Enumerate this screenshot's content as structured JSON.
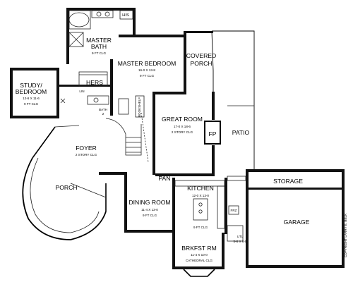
{
  "rooms": {
    "his": {
      "name": "HIS"
    },
    "master_bath": {
      "name1": "MASTER",
      "name2": "BATH",
      "ceiling": "9 FT CLG"
    },
    "master_bedroom": {
      "name": "MASTER BEDROOM",
      "dims": "16-0 X 13-8",
      "ceiling": "9 FT CLG"
    },
    "covered_porch": {
      "name1": "COVERED",
      "name2": "PORCH"
    },
    "study": {
      "name1": "STUDY/",
      "name2": "BEDROOM",
      "dims": "12-6 X 11-6",
      "ceiling": "9 FT CLG"
    },
    "hers": {
      "name": "HERS"
    },
    "lin": {
      "name": "LIN"
    },
    "bath2": {
      "name1": "BATH",
      "name2": "2"
    },
    "bookshelf": {
      "name": "BOOKSHELF"
    },
    "great_room": {
      "name": "GREAT ROOM",
      "dims": "17-0 X 18-6",
      "ceiling": "2 STORY CLG"
    },
    "fp": {
      "name": "FP"
    },
    "patio": {
      "name": "PATIO"
    },
    "foyer": {
      "name": "FOYER",
      "ceiling": "2 STORY CLG"
    },
    "porch": {
      "name": "PORCH"
    },
    "pan": {
      "name": "PAN"
    },
    "kitchen": {
      "name": "KITCHEN",
      "dims": "12-0 X 13-0",
      "ceiling": "9 FT CLG"
    },
    "storage": {
      "name": "STORAGE"
    },
    "dining": {
      "name": "DINING ROOM",
      "dims": "11-4 X 13-0",
      "ceiling": "9 FT CLG"
    },
    "frz": {
      "name": "FRZ"
    },
    "garage": {
      "name": "GARAGE"
    },
    "utl": {
      "name": "UTL",
      "dims": "5-8 X 6-0"
    },
    "brkfst": {
      "name": "BRKFST RM",
      "dims": "11-4 X 10-0",
      "ceiling": "CATHEDRAL CLG"
    }
  },
  "copyright": "COPYRIGHT LARRY E. BELK"
}
